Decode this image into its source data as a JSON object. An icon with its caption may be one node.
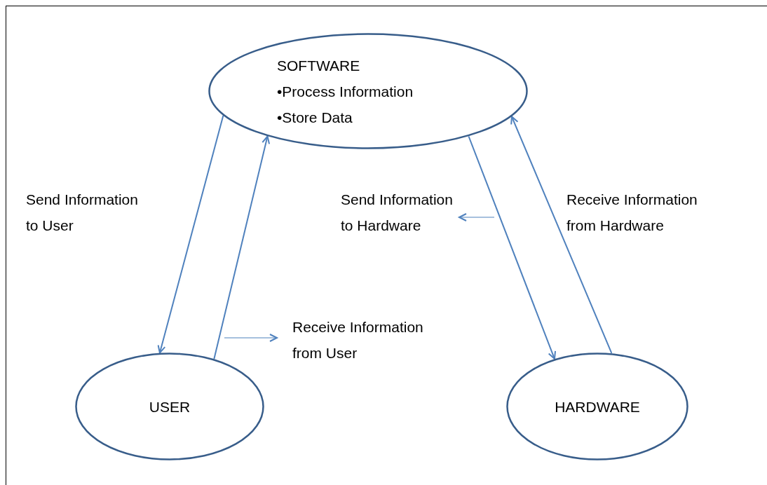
{
  "diagram": {
    "nodes": [
      {
        "text": [
          "SOFTWARE",
          "•Process Information",
          "•Store Data"
        ]
      },
      {
        "text": [
          "USER"
        ]
      },
      {
        "text": [
          "HARDWARE"
        ]
      }
    ],
    "edges": [
      {
        "from": 0,
        "to": 1,
        "arrow": "to",
        "label": "Send Information to User"
      },
      {
        "from": 1,
        "to": 0,
        "arrow": "to",
        "label": "Receive Information from User"
      },
      {
        "from": 0,
        "to": 2,
        "arrow": "to",
        "label": "Send Information to Hardware"
      },
      {
        "from": 2,
        "to": 0,
        "arrow": "to",
        "label": "Receive Information from Hardware"
      }
    ]
  }
}
